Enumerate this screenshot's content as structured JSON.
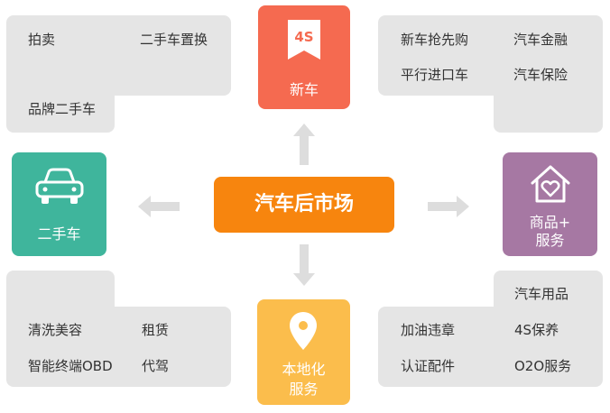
{
  "center": {
    "label": "汽车后市场"
  },
  "new_car": {
    "label": "新车",
    "badge": "4S",
    "color": "#f56a50",
    "items": [
      "新车抢先购",
      "汽车金融",
      "平行进口车",
      "汽车保险"
    ]
  },
  "used_car": {
    "label": "二手车",
    "color": "#3fb59c",
    "items": [
      "拍卖",
      "二手车置换",
      "品牌二手车"
    ]
  },
  "goods_services": {
    "label_line1": "商品+",
    "label_line2": "服务",
    "color": "#a678a3",
    "items": [
      "清洗美容",
      "租赁",
      "智能终端OBD",
      "代驾"
    ]
  },
  "local_services": {
    "label_line1": "本地化",
    "label_line2": "服务",
    "color": "#fbbd4c",
    "items": [
      "汽车用品",
      "加油违章",
      "4S保养",
      "认证配件",
      "O2O服务"
    ]
  }
}
